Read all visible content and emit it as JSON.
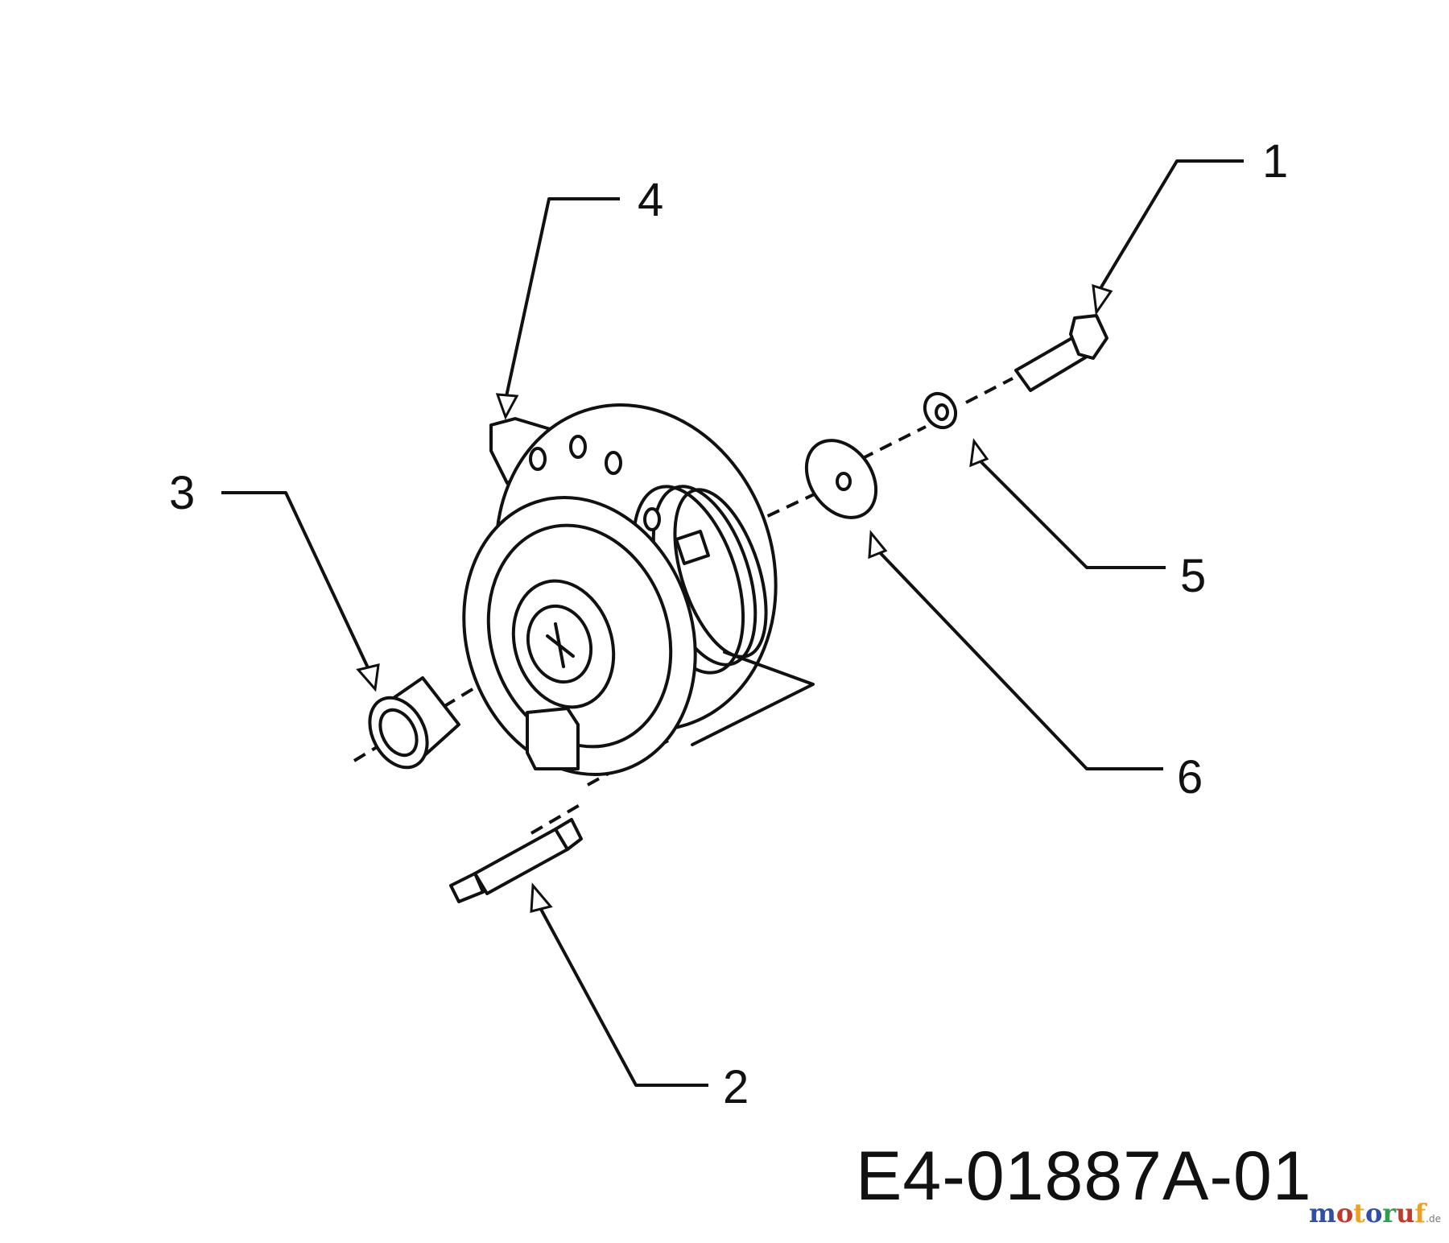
{
  "callouts": [
    {
      "num": "1",
      "part": "bolt"
    },
    {
      "num": "2",
      "part": "shaft"
    },
    {
      "num": "3",
      "part": "spacer"
    },
    {
      "num": "4",
      "part": "clutch"
    },
    {
      "num": "5",
      "part": "lock-washer"
    },
    {
      "num": "6",
      "part": "washer"
    }
  ],
  "drawing_code": "E4-01887A-01",
  "watermark": {
    "letters": [
      "m",
      "o",
      "t",
      "o",
      "r",
      "u",
      "f"
    ],
    "colors": [
      "#2f4fa8",
      "#c0392b",
      "#f0a020",
      "#2f4fa8",
      "#2e9e4f",
      "#c0392b",
      "#f0a020"
    ],
    "suffix": ".de"
  }
}
